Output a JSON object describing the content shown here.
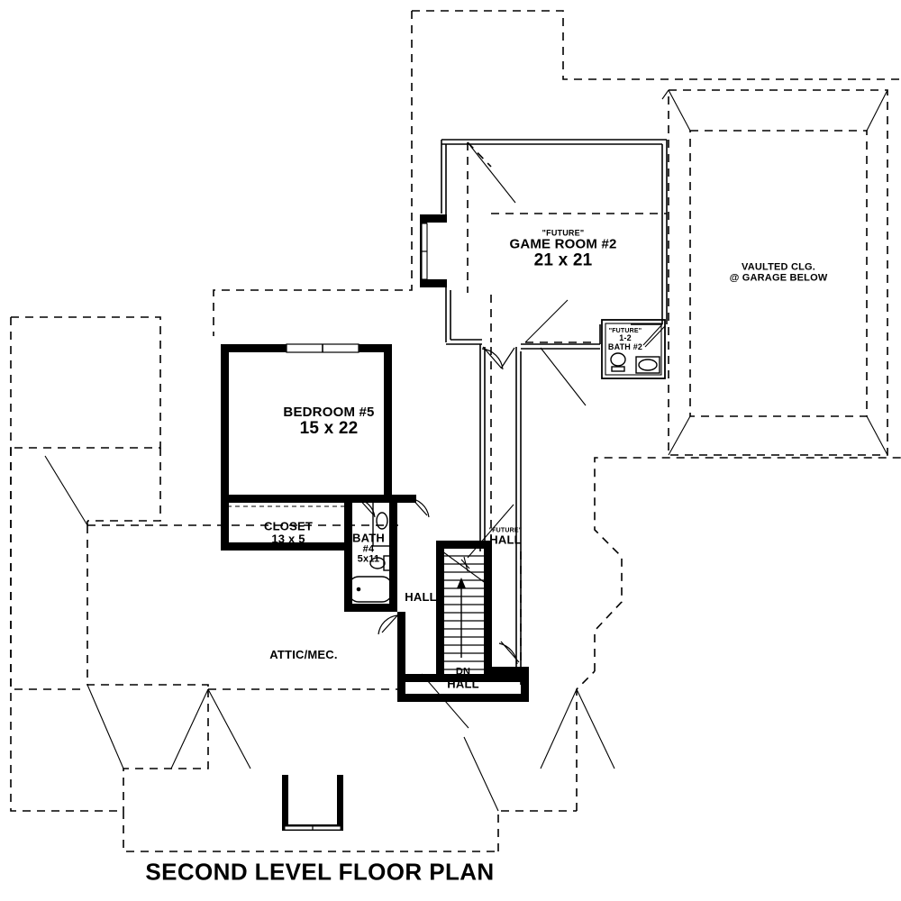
{
  "drawing": {
    "title": "SECOND LEVEL FLOOR PLAN",
    "type": "architectural-floor-plan",
    "level": "Second Level",
    "line_color": "#000000",
    "background_color": "#ffffff"
  },
  "rooms": {
    "bedroom5": {
      "name": "BEDROOM #5",
      "dimensions": "15 x 22"
    },
    "closet": {
      "name": "CLOSET",
      "dimensions": "13 x 5"
    },
    "bath4": {
      "name": "BATH",
      "number": "#4",
      "dimensions": "5x11"
    },
    "game_room": {
      "future": "\"FUTURE\"",
      "name": "GAME ROOM #2",
      "dimensions": "21 x 21"
    },
    "bath2": {
      "future": "\"FUTURE\"",
      "fraction": "1-2",
      "name": "BATH #2"
    },
    "vaulted": {
      "line1": "VAULTED CLG.",
      "line2": "@ GARAGE BELOW"
    },
    "attic": {
      "name": "ATTIC/MEC."
    },
    "hall_bath": {
      "name": "HALL"
    },
    "hall_future": {
      "future": "\"FUTURE\"",
      "name": "HALL"
    },
    "hall_down": {
      "direction": "DN",
      "name": "HALL"
    }
  },
  "chart_data": {
    "type": "table",
    "title": "SECOND LEVEL FLOOR PLAN",
    "categories": [
      "BEDROOM #5",
      "CLOSET",
      "BATH #4",
      "GAME ROOM #2 (FUTURE)",
      "BATH #2 (FUTURE 1-2)",
      "ATTIC/MEC.",
      "VAULTED CLG. @ GARAGE BELOW"
    ],
    "values": [
      "15 x 22",
      "13 x 5",
      "5x11",
      "21 x 21",
      "",
      "",
      ""
    ]
  }
}
